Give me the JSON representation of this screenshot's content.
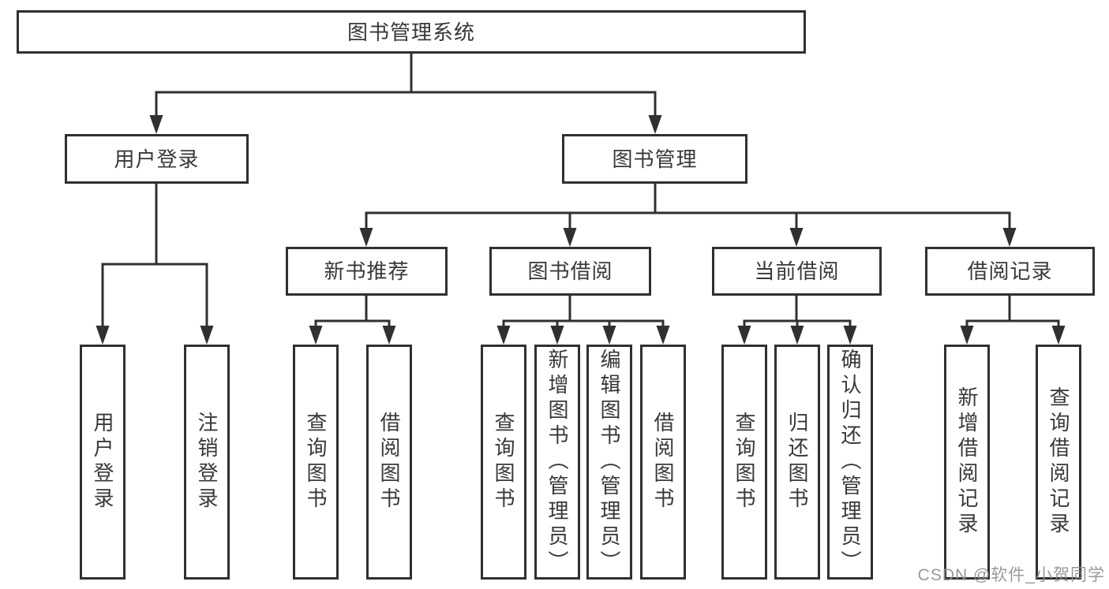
{
  "diagram": {
    "root": {
      "label": "图书管理系统",
      "children": [
        {
          "label": "用户登录",
          "children": [
            {
              "label": "用户登录"
            },
            {
              "label": "注销登录"
            }
          ]
        },
        {
          "label": "图书管理",
          "children": [
            {
              "label": "新书推荐",
              "children": [
                {
                  "label": "查询图书"
                },
                {
                  "label": "借阅图书"
                }
              ]
            },
            {
              "label": "图书借阅",
              "children": [
                {
                  "label": "查询图书"
                },
                {
                  "label": "新增图书（管理员）"
                },
                {
                  "label": "编辑图书（管理员）"
                },
                {
                  "label": "借阅图书"
                }
              ]
            },
            {
              "label": "当前借阅",
              "children": [
                {
                  "label": "查询图书"
                },
                {
                  "label": "归还图书"
                },
                {
                  "label": "确认归还（管理员）"
                }
              ]
            },
            {
              "label": "借阅记录",
              "children": [
                {
                  "label": "新增借阅记录"
                },
                {
                  "label": "查询借阅记录"
                }
              ]
            }
          ]
        }
      ]
    }
  },
  "watermark": {
    "text": "CSDN @软件_小贺同学"
  },
  "colors": {
    "line": "#303030",
    "text": "#383838",
    "watermark": "#8f8f8f",
    "background": "#ffffff"
  }
}
